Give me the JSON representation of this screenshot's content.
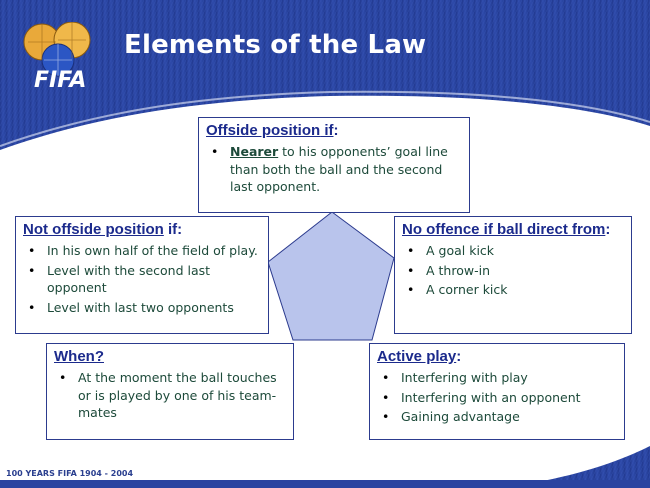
{
  "title": "Elements of the Law",
  "logo": {
    "text": "FIFA"
  },
  "footer": "100 YEARS FIFA  1904 - 2004",
  "colors": {
    "header_blue": "#2d46a6",
    "box_border": "#2c3b8e",
    "heading": "#1b2a8c",
    "body_text": "#1d4a3a",
    "pentagon_fill": "#b9c4ec"
  },
  "boxes": {
    "offside": {
      "heading": "Offside position",
      "heading_suffix": " if",
      "heading_colon": ":",
      "items": [
        {
          "bold": "Nearer",
          "text": " to his opponents’ goal line than both the ball and the second last opponent."
        }
      ]
    },
    "not_offside": {
      "heading": "Not offside position",
      "heading_suffix": " if",
      "heading_colon": ":",
      "items": [
        "In his own half of the field of play.",
        "Level with the second last opponent",
        "Level with last two opponents"
      ]
    },
    "no_offence": {
      "heading": "No offence if ball direct from",
      "heading_colon": ":",
      "items": [
        "A goal kick",
        "A throw-in",
        "A corner kick"
      ]
    },
    "when": {
      "heading": "When?",
      "items": [
        "At the moment the ball touches or is played by one of his team-mates"
      ]
    },
    "active": {
      "heading": "Active play",
      "heading_colon": ":",
      "items": [
        "Interfering with play",
        "Interfering with an opponent",
        "Gaining advantage"
      ]
    }
  }
}
